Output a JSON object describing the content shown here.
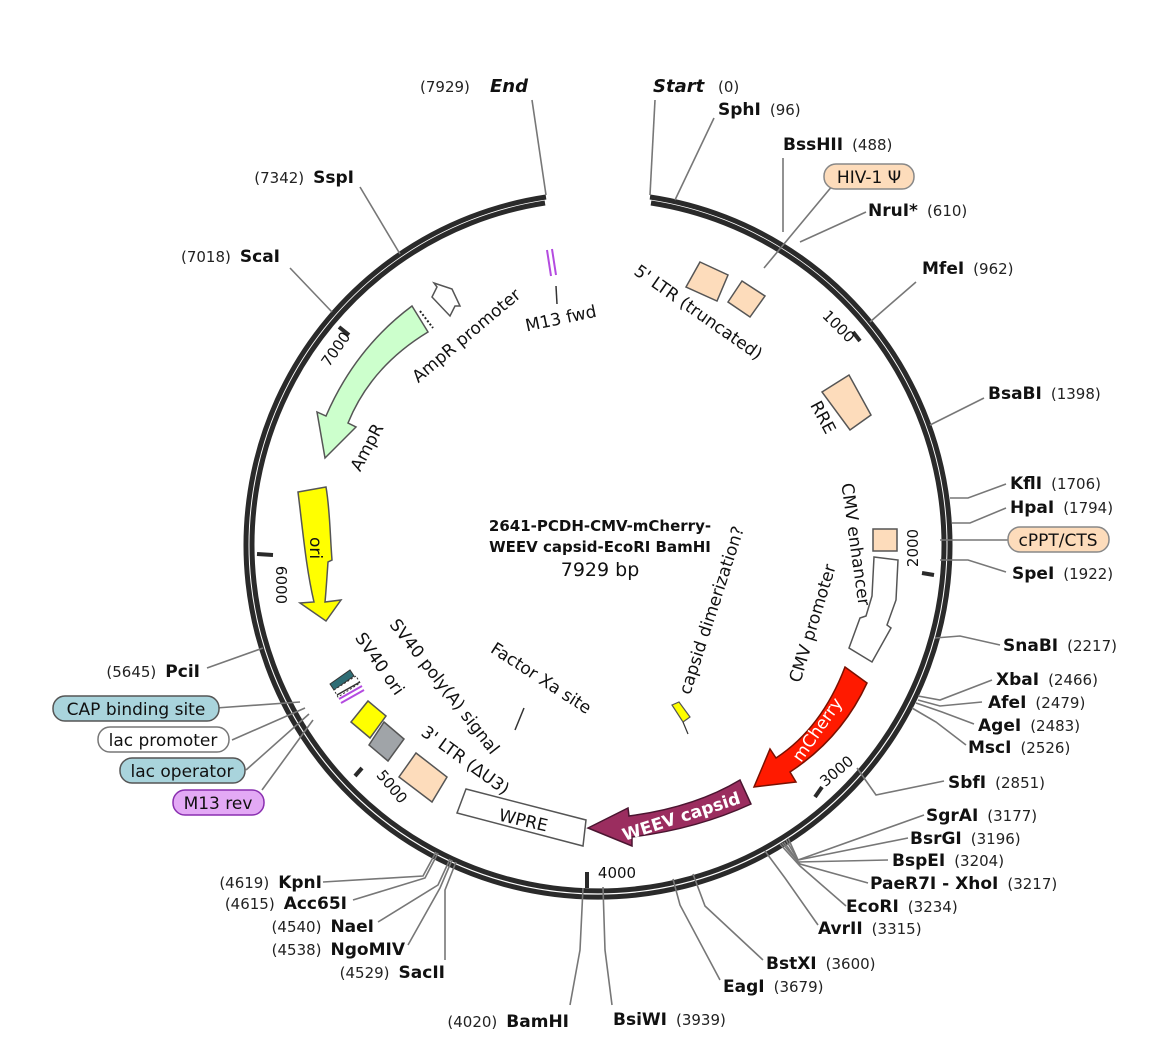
{
  "plasmid": {
    "name_line1": "2641-PCDH-CMV-mCherry-",
    "name_line2": "WEEV capsid-EcoRI BamHI",
    "size_label": "7929 bp",
    "total_bp": 7929
  },
  "markers": {
    "start_label": "Start",
    "start_pos": "(0)",
    "end_label": "End",
    "end_pos": "(7929)"
  },
  "ticks": [
    "1000",
    "2000",
    "3000",
    "4000",
    "5000",
    "6000",
    "7000"
  ],
  "sites": [
    {
      "name": "SphI",
      "pos": "(96)"
    },
    {
      "name": "BssHII",
      "pos": "(488)"
    },
    {
      "name": "NruI*",
      "pos": "(610)"
    },
    {
      "name": "MfeI",
      "pos": "(962)"
    },
    {
      "name": "BsaBI",
      "pos": "(1398)"
    },
    {
      "name": "KflI",
      "pos": "(1706)"
    },
    {
      "name": "HpaI",
      "pos": "(1794)"
    },
    {
      "name": "SpeI",
      "pos": "(1922)"
    },
    {
      "name": "SnaBI",
      "pos": "(2217)"
    },
    {
      "name": "XbaI",
      "pos": "(2466)"
    },
    {
      "name": "AfeI",
      "pos": "(2479)"
    },
    {
      "name": "AgeI",
      "pos": "(2483)"
    },
    {
      "name": "MscI",
      "pos": "(2526)"
    },
    {
      "name": "SbfI",
      "pos": "(2851)"
    },
    {
      "name": "SgrAI",
      "pos": "(3177)"
    },
    {
      "name": "BsrGI",
      "pos": "(3196)"
    },
    {
      "name": "BspEI",
      "pos": "(3204)"
    },
    {
      "name": "PaeR7I - XhoI",
      "pos": "(3217)"
    },
    {
      "name": "EcoRI",
      "pos": "(3234)"
    },
    {
      "name": "AvrII",
      "pos": "(3315)"
    },
    {
      "name": "BstXI",
      "pos": "(3600)"
    },
    {
      "name": "EagI",
      "pos": "(3679)"
    },
    {
      "name": "BsiWI",
      "pos": "(3939)"
    },
    {
      "name": "BamHI",
      "pos": "(4020)"
    },
    {
      "name": "SacII",
      "pos": "(4529)"
    },
    {
      "name": "NgoMIV",
      "pos": "(4538)"
    },
    {
      "name": "NaeI",
      "pos": "(4540)"
    },
    {
      "name": "Acc65I",
      "pos": "(4615)"
    },
    {
      "name": "KpnI",
      "pos": "(4619)"
    },
    {
      "name": "PciI",
      "pos": "(5645)"
    },
    {
      "name": "ScaI",
      "pos": "(7018)"
    },
    {
      "name": "SspI",
      "pos": "(7342)"
    }
  ],
  "outside_features": {
    "hiv": "HIV-1 Ψ",
    "cppt": "cPPT/CTS",
    "cap": "CAP binding site",
    "lacp": "lac promoter",
    "laco": "lac operator",
    "m13rev": "M13 rev"
  },
  "features": {
    "m13fwd": "M13 fwd",
    "ltr5": "5' LTR (truncated)",
    "rre": "RRE",
    "cmv_enh": "CMV enhancer",
    "cmv_prom": "CMV promoter",
    "mcherry": "mCherry",
    "weev": "WEEV capsid",
    "wpre": "WPRE",
    "ltr3": "3' LTR (ΔU3)",
    "sv40pa": "SV40 poly(A) signal",
    "sv40ori": "SV40 ori",
    "ori": "ori",
    "ampr": "AmpR",
    "ampr_prom": "AmpR promoter",
    "factor_xa": "Factor Xa site",
    "capsid_dimer": "capsid dimerization?"
  },
  "colors": {
    "backbone": "#2a2a2a",
    "ltr_fill": "#fddcbb",
    "mcherry": "#ff1a00",
    "weev": "#9b2d5f",
    "ori": "#ffff00",
    "ampr": "#ccffcc",
    "sv40ori": "#a0a4a8",
    "cap_fill": "#a9d4dc",
    "m13rev_fill": "#e3a9f5",
    "purple": "#b44be0"
  }
}
